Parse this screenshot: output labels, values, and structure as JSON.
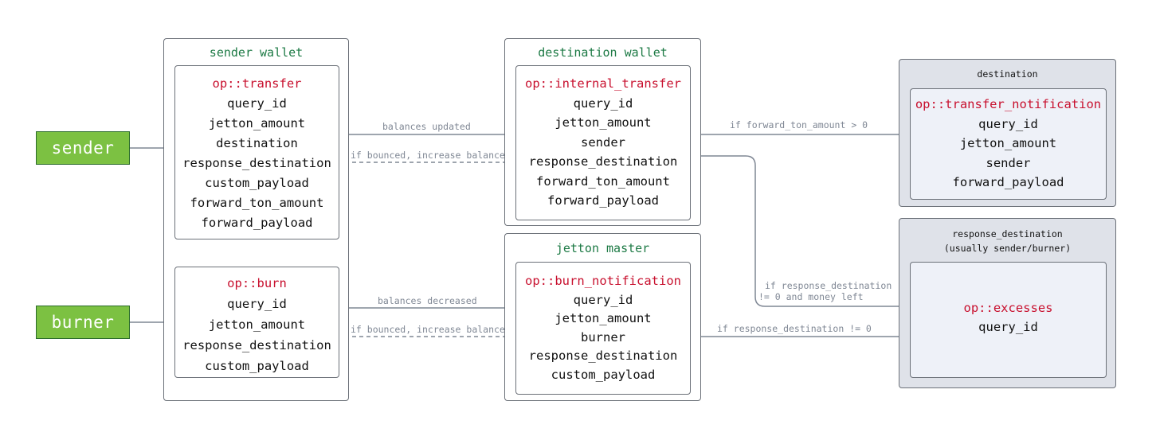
{
  "actors": {
    "sender": "sender",
    "burner": "burner"
  },
  "groups": {
    "sender_wallet": {
      "title": "sender wallet",
      "transfer": [
        "op::transfer",
        "query_id",
        "jetton_amount",
        "destination",
        "response_destination",
        "custom_payload",
        "forward_ton_amount",
        "forward_payload"
      ],
      "burn": [
        "op::burn",
        "query_id",
        "jetton_amount",
        "response_destination",
        "custom_payload"
      ]
    },
    "destination_wallet": {
      "title": "destination wallet",
      "internal_transfer": [
        "op::internal_transfer",
        "query_id",
        "jetton_amount",
        "sender",
        "response_destination",
        "forward_ton_amount",
        "forward_payload"
      ]
    },
    "jetton_master": {
      "title": "jetton master",
      "burn_notification": [
        "op::burn_notification",
        "query_id",
        "jetton_amount",
        "burner",
        "response_destination",
        "custom_payload"
      ]
    },
    "destination": {
      "title": "destination",
      "transfer_notification": [
        "op::transfer_notification",
        "query_id",
        "jetton_amount",
        "sender",
        "forward_payload"
      ]
    },
    "response_destination": {
      "title": "response_destination",
      "subtitle": "(usually sender/burner)",
      "excesses": [
        "op::excesses",
        "query_id"
      ]
    }
  },
  "edges": {
    "balances_updated": "balances updated",
    "if_bounced_1": "if bounced, increase balance",
    "balances_decreased": "balances decreased",
    "if_bounced_2": "if bounced, increase balance",
    "forward_ton": "if forward_ton_amount > 0",
    "response_money_1": "if response_destination",
    "response_money_2": "!= 0 and money left",
    "response_nonzero": "if response_destination != 0"
  },
  "colors": {
    "op": "#c8102e",
    "group_title": "#1d7a45",
    "actor_fill": "#7cc142",
    "edge": "#7f8794"
  }
}
